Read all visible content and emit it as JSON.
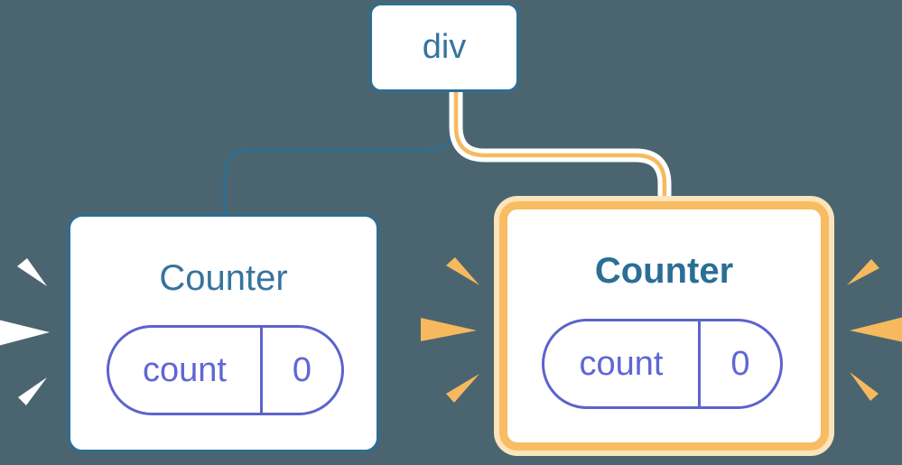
{
  "diagram": {
    "description": "React component tree showing a div root with two Counter children, each holding state count = 0; the right Counter is highlighted",
    "root": {
      "label": "div"
    },
    "children": [
      {
        "label": "Counter",
        "state_key": "count",
        "state_value": "0",
        "highlighted": false
      },
      {
        "label": "Counter",
        "state_key": "count",
        "state_value": "0",
        "highlighted": true
      }
    ],
    "colors": {
      "background": "#4b6570",
      "blue_stroke": "#2d6e93",
      "blue_text": "#35749f",
      "blue_text_bold": "#2a6e96",
      "pill_purple": "#5c63cd",
      "pill_text_purple": "#5f66d6",
      "highlight_orange": "#f8bc63",
      "highlight_orange_light": "#fce4bb",
      "pipe_stripe_orange": "#f5ba60",
      "ray_orange": "#f6b95e",
      "ray_white": "#ffffff",
      "card_background": "#ffffff"
    }
  }
}
